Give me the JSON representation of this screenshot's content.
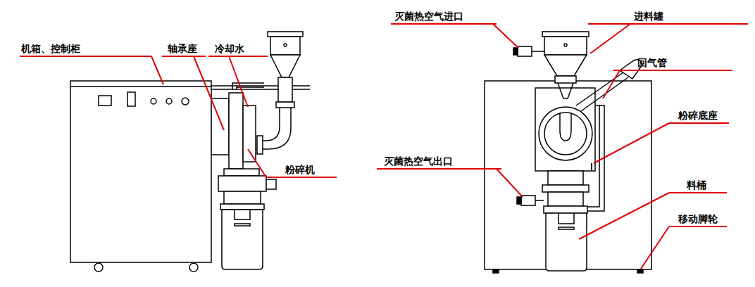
{
  "diagram": {
    "labels": [
      "机箱、控制柜",
      "轴承座",
      "冷却水",
      "粉碎机",
      "灭菌热空气进口",
      "进料罐",
      "回气管",
      "粉碎底座",
      "灭菌热空气出口",
      "料桶",
      "移动脚轮"
    ]
  }
}
